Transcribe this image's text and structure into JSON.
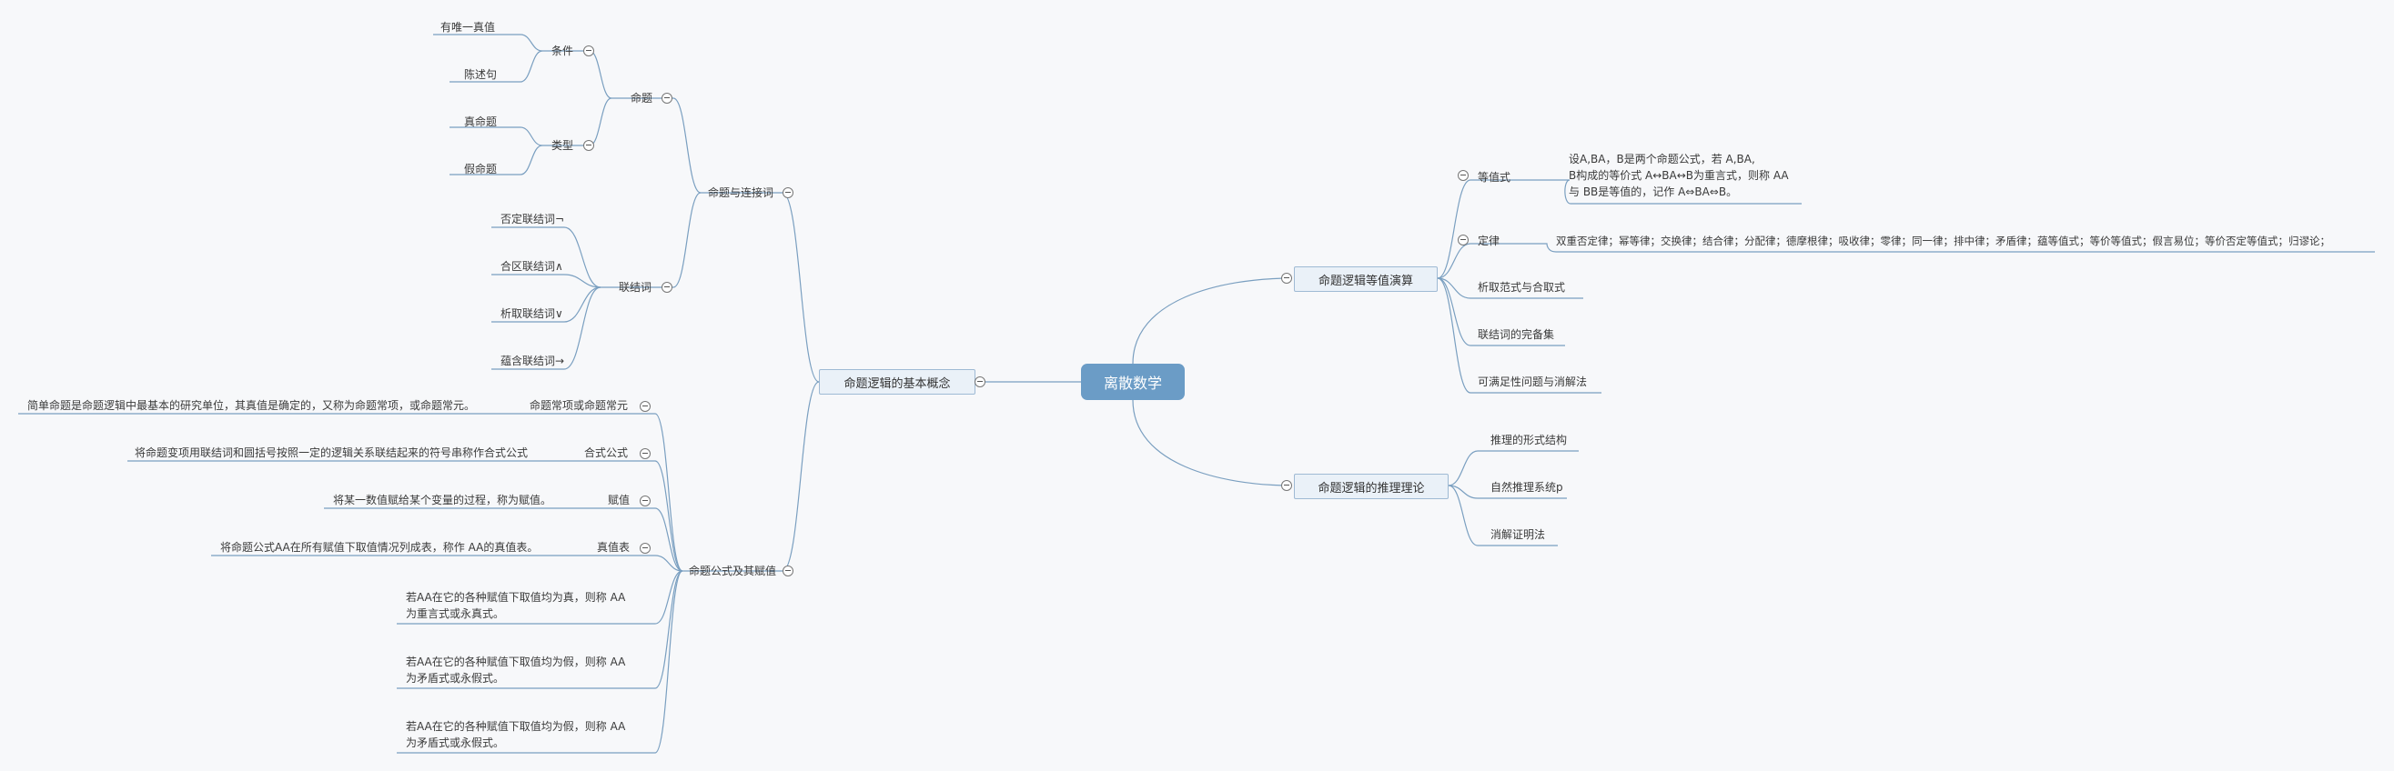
{
  "root": {
    "label": "离散数学"
  },
  "left": {
    "main": {
      "label": "命题逻辑的基本概念"
    },
    "b1": {
      "label": "命题与连接词",
      "prop": {
        "label": "命题",
        "cond": {
          "label": "条件",
          "c1": "有唯一真值",
          "c2": "陈述句"
        },
        "type": {
          "label": "类型",
          "c1": "真命题",
          "c2": "假命题"
        }
      },
      "conn": {
        "label": "联结词",
        "items": [
          "否定联结词¬",
          "合区联结词∧",
          "析取联结词∨",
          "蕴含联结词→"
        ]
      }
    },
    "b2": {
      "label": "命题公式及其赋值",
      "c1": {
        "label": "命题常项或命题常元",
        "desc": "简单命题是命题逻辑中最基本的研究单位，其真值是确定的，又称为命题常项，或命题常元。"
      },
      "c2": {
        "label": "合式公式",
        "desc": "将命题变项用联结词和圆括号按照一定的逻辑关系联结起来的符号串称作合式公式"
      },
      "c3": {
        "label": "赋值",
        "desc": "将某一数值赋给某个变量的过程，称为赋值。"
      },
      "c4": {
        "label": "真值表",
        "desc": "将命题公式AA在所有赋值下取值情况列成表，称作 AA的真值表。"
      },
      "c5": {
        "line1": "若AA在它的各种赋值下取值均为真，则称 AA",
        "line2": "为重言式或永真式。"
      },
      "c6": {
        "line1": "若AA在它的各种赋值下取值均为假，则称 AA",
        "line2": "为矛盾式或永假式。"
      },
      "c7": {
        "line1": "若AA在它的各种赋值下取值均为假，则称 AA",
        "line2": "为矛盾式或永假式。"
      }
    }
  },
  "right": {
    "r1": {
      "label": "命题逻辑等值演算",
      "c1": {
        "label": "等值式",
        "line1": "设A,BA，B是两个命题公式，若 A,BA,",
        "line2": "B构成的等价式 A↔BA↔B为重言式，则称 AA",
        "line3": "与 BB是等值的，记作 A⇔BA⇔B。"
      },
      "c2": {
        "label": "定律",
        "desc": "双重否定律；幂等律；交换律；结合律；分配律；德摩根律；吸收律；零律；同一律；排中律；矛盾律；蕴等值式；等价等值式；假言易位；等价否定等值式；归谬论；"
      },
      "c3": {
        "label": "析取范式与合取式"
      },
      "c4": {
        "label": "联结词的完备集"
      },
      "c5": {
        "label": "可满足性问题与消解法"
      }
    },
    "r2": {
      "label": "命题逻辑的推理理论",
      "c1": {
        "label": "推理的形式结构"
      },
      "c2": {
        "label": "自然推理系统p"
      },
      "c3": {
        "label": "消解证明法"
      }
    }
  },
  "colors": {
    "root_bg": "#6b9cc6",
    "node_bg": "#eaf1f8",
    "node_border": "#9fbad4",
    "line": "#7a9fc0",
    "background": "#f7f8fa"
  }
}
